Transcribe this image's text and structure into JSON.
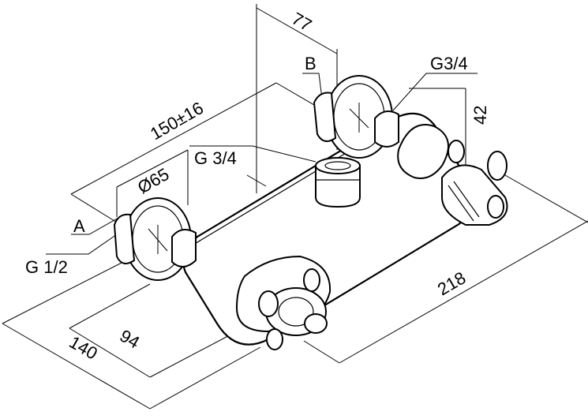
{
  "dimensions": {
    "top_offset": "77",
    "center_distance": "150±16",
    "flange_diameter": "Ø65",
    "height_right": "42",
    "length": "218",
    "depth_outer": "140",
    "depth_inner": "94"
  },
  "labels": {
    "connection_b": "B",
    "thread_right": "G3/4",
    "thread_outlet": "G 3/4",
    "connection_a": "A",
    "thread_left": "G 1/2"
  }
}
